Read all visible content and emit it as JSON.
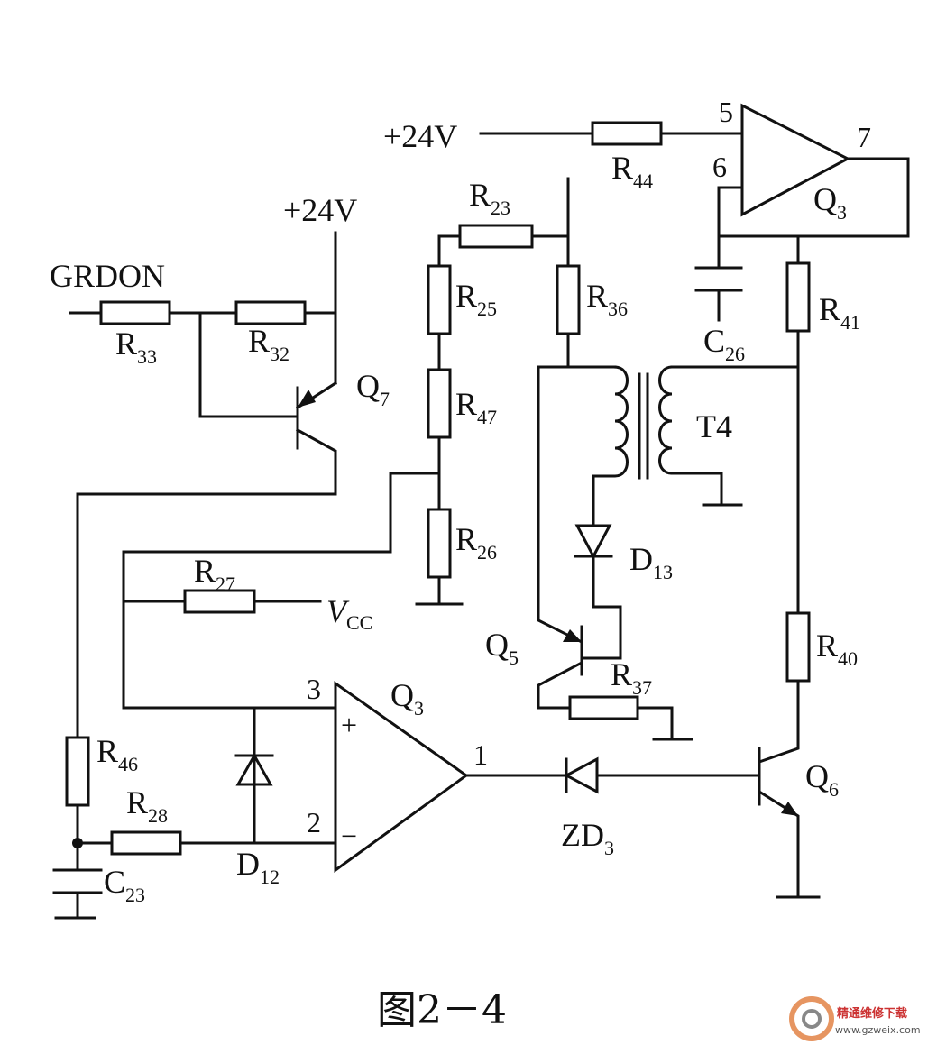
{
  "labels": {
    "v24_top": "+24V",
    "v24_left": "+24V",
    "grdon": "GRDON",
    "vcc_main": "V",
    "vcc_sub": "CC",
    "t4": "T4",
    "r33": {
      "main": "R",
      "sub": "33"
    },
    "r32": {
      "main": "R",
      "sub": "32"
    },
    "r44": {
      "main": "R",
      "sub": "44"
    },
    "r23": {
      "main": "R",
      "sub": "23"
    },
    "r25": {
      "main": "R",
      "sub": "25"
    },
    "r47": {
      "main": "R",
      "sub": "47"
    },
    "r26": {
      "main": "R",
      "sub": "26"
    },
    "r36": {
      "main": "R",
      "sub": "36"
    },
    "r41": {
      "main": "R",
      "sub": "41"
    },
    "r40": {
      "main": "R",
      "sub": "40"
    },
    "r27": {
      "main": "R",
      "sub": "27"
    },
    "r37": {
      "main": "R",
      "sub": "37"
    },
    "r46": {
      "main": "R",
      "sub": "46"
    },
    "r28": {
      "main": "R",
      "sub": "28"
    },
    "c26": {
      "main": "C",
      "sub": "26"
    },
    "c23": {
      "main": "C",
      "sub": "23"
    },
    "d13": {
      "main": "D",
      "sub": "13"
    },
    "d12": {
      "main": "D",
      "sub": "12"
    },
    "zd3": {
      "main": "ZD",
      "sub": "3"
    },
    "q7": {
      "main": "Q",
      "sub": "7"
    },
    "q5": {
      "main": "Q",
      "sub": "5"
    },
    "q6": {
      "main": "Q",
      "sub": "6"
    },
    "q3_top": {
      "main": "Q",
      "sub": "3"
    },
    "q3_bottom": {
      "main": "Q",
      "sub": "3"
    }
  },
  "pins": {
    "p5": "5",
    "p6": "6",
    "p7": "7",
    "p3": "3",
    "p2": "2",
    "p1": "1",
    "plus": "+",
    "minus": "−"
  },
  "caption": "图2－4",
  "watermark": {
    "line1": "精通维修下载",
    "line2": "www.gzweix.com"
  }
}
